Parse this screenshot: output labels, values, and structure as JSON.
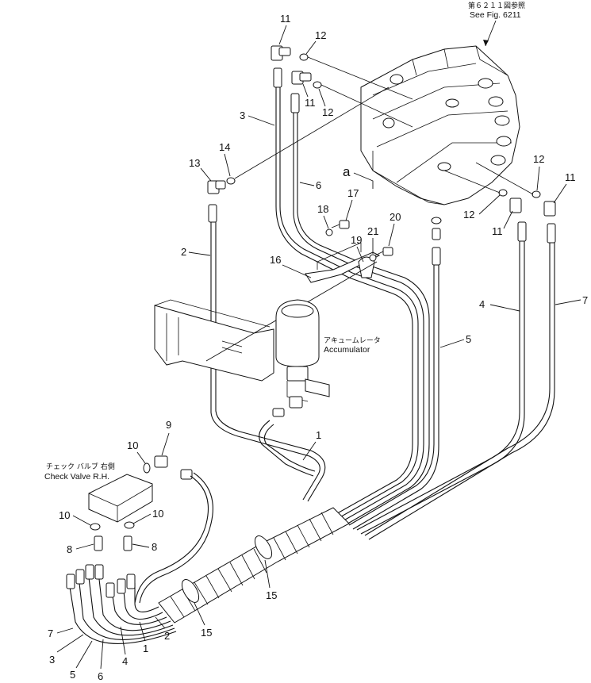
{
  "references": {
    "see_fig_jp": "第６２１１図参照",
    "see_fig_en": "See Fig. 6211",
    "accumulator_jp": "アキュームレータ",
    "accumulator_en": "Accumulator",
    "check_valve_jp": "チェック バルブ 右側",
    "check_valve_en": "Check Valve R.H.",
    "view_marker": "a"
  },
  "callouts": {
    "c1": "1",
    "c2": "2",
    "c3": "3",
    "c4": "4",
    "c5": "5",
    "c6": "6",
    "c7": "7",
    "c8": "8",
    "c9": "9",
    "c10": "10",
    "c11": "11",
    "c12": "12",
    "c13": "13",
    "c14": "14",
    "c15": "15",
    "c16": "16",
    "c17": "17",
    "c18": "18",
    "c19": "19",
    "c20": "20",
    "c21": "21"
  }
}
